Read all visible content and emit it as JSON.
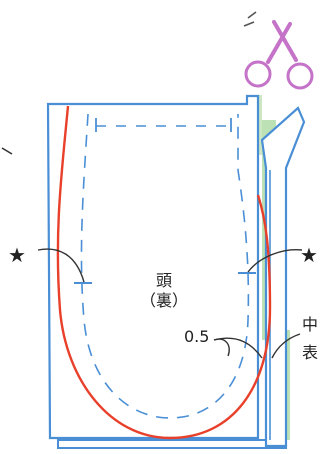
{
  "labels": {
    "star_left": "★",
    "star_right": "★",
    "head": "頭",
    "reverse": "（裏）",
    "seam_allowance": "0.5",
    "middle": "中",
    "front": "表"
  },
  "colors": {
    "outline_blue": "#4a8fd6",
    "sewing_line_red": "#e8402a",
    "dashed_blue": "#4a8fd6",
    "scissors_purple": "#c573c8",
    "grass_green": "#7cc36b",
    "text": "#222222"
  }
}
